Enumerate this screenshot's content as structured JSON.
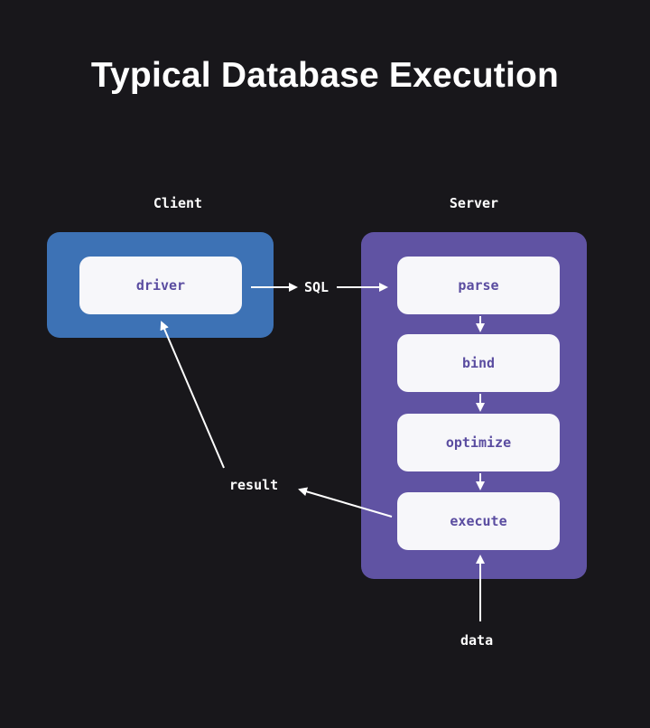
{
  "title": "Typical Database Execution",
  "groups": {
    "client": "Client",
    "server": "Server"
  },
  "nodes": {
    "driver": "driver",
    "parse": "parse",
    "bind": "bind",
    "optimize": "optimize",
    "execute": "execute"
  },
  "edge_labels": {
    "sql": "SQL",
    "result": "result",
    "data": "data"
  },
  "colors": {
    "background": "#18171b",
    "client_container": "#3d72b5",
    "server_container": "#6053a3",
    "node_fill": "#f7f7fa",
    "node_text": "#5a4ca0",
    "arrow": "#ffffff"
  }
}
